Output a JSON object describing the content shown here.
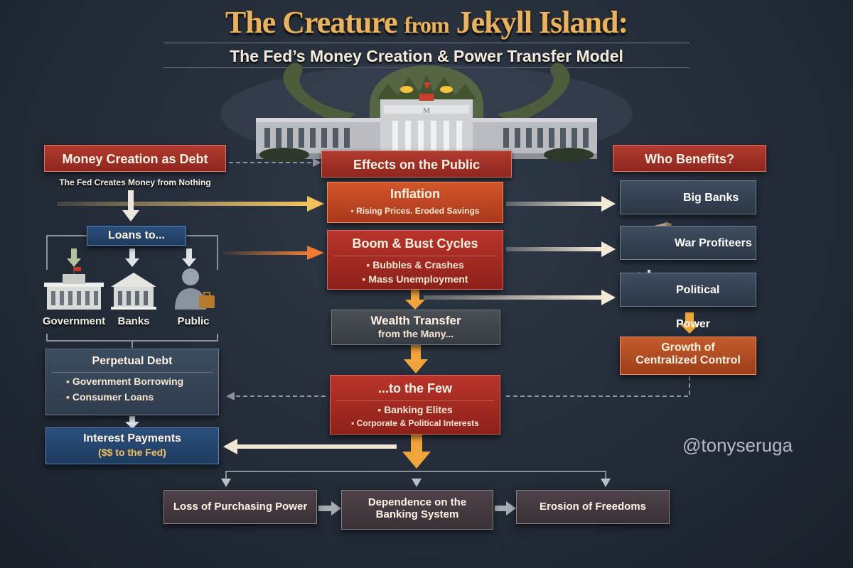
{
  "header": {
    "title_part1": "The Creature",
    "title_from": "from",
    "title_part2": "Jekyll Island:",
    "subtitle": "The Fed’s Money Creation & Power Transfer Model"
  },
  "left": {
    "heading": "Money Creation as Debt",
    "fed_creates": "The Fed Creates Money from Nothing",
    "loans_label": "Loans to...",
    "recipients": [
      "Government",
      "Banks",
      "Public"
    ],
    "perpetual_debt": {
      "title": "Perpetual Debt",
      "items": [
        "Government Borrowing",
        "Consumer Loans"
      ]
    },
    "interest": {
      "title": "Interest Payments",
      "detail": "($$ to the Fed)"
    }
  },
  "center": {
    "heading": "Effects on the Public",
    "inflation": {
      "title": "Inflation",
      "detail": "Rising Prices. Eroded Savings"
    },
    "boom_bust": {
      "title": "Boom & Bust Cycles",
      "items": [
        "Bubbles & Crashes",
        "Mass Unemployment"
      ]
    },
    "wealth_transfer": {
      "title": "Wealth Transfer",
      "detail": "from the Many..."
    },
    "to_few": {
      "title": "...to the Few",
      "items": [
        "Banking Elites",
        "Corporate & Political Interests"
      ]
    }
  },
  "right": {
    "heading": "Who Benefits?",
    "beneficiaries": [
      "Big Banks",
      "War Profiteers",
      "Political Power"
    ],
    "growth": {
      "line1": "Growth of",
      "line2": "Centralized Control"
    }
  },
  "bottom": {
    "outcomes": [
      "Loss of Purchasing Power",
      "Dependence on the",
      "Banking System",
      "Erosion of Freedoms"
    ]
  },
  "watermark": "@tonyseruga",
  "colors": {
    "accent_gold": "#e9b25f",
    "header_red": "#b23b2f",
    "inflation_orange": "#d4552a",
    "arrow_orange": "#f0a53a",
    "debt_blue": "#2b4f7c"
  },
  "icons": {
    "hero": "federal-reserve-building-with-monster-icon",
    "government": "government-building-icon",
    "banks": "bank-building-icon",
    "public": "person-with-briefcase-icon",
    "big_banks": "office-tower-icon",
    "war_profiteers": "tank-and-missile-icon",
    "political_power": "capitol-dome-icon"
  }
}
